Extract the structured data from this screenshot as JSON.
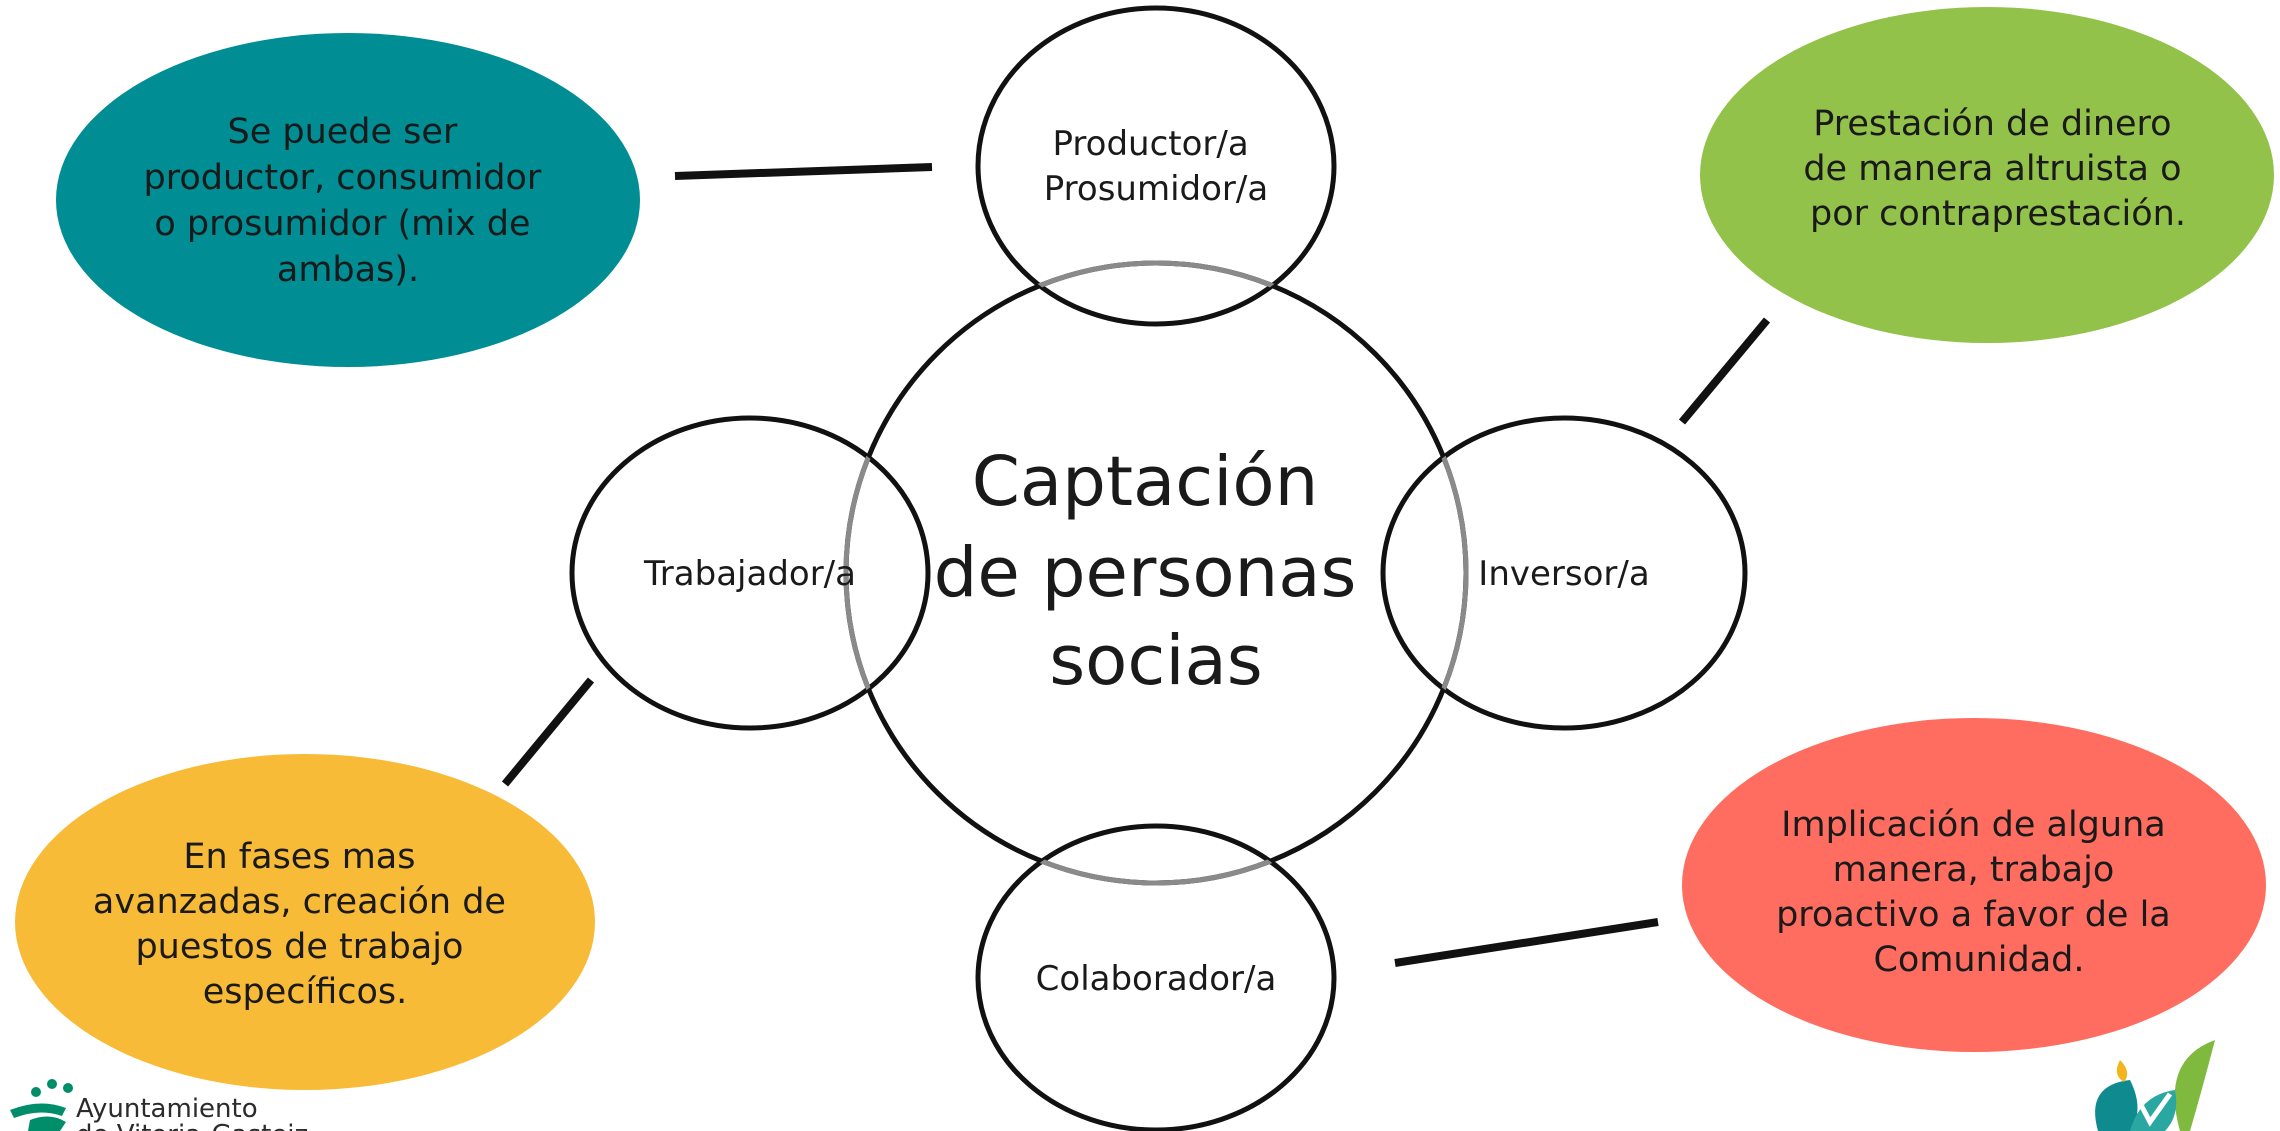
{
  "center": {
    "lines": [
      "Captación",
      "de personas",
      "socias"
    ]
  },
  "roles": {
    "productor": {
      "lines": [
        "Productor/a",
        "Prosumidor/a"
      ]
    },
    "trabajador": {
      "lines": [
        "Trabajador/a"
      ]
    },
    "inversor": {
      "lines": [
        "Inversor/a"
      ]
    },
    "colaborador": {
      "lines": [
        "Colaborador/a"
      ]
    }
  },
  "notes": {
    "productor": {
      "lines": [
        "Se puede ser",
        "productor, consumidor",
        "o prosumidor (mix de",
        "ambas)."
      ],
      "color": "#008d94"
    },
    "inversor": {
      "lines": [
        "Prestación de dinero",
        "de manera altruista o",
        "por contraprestación."
      ],
      "color": "#92c24a"
    },
    "trabajador": {
      "lines": [
        "En fases mas",
        "avanzadas, creación de",
        "puestos de trabajo",
        "específicos."
      ],
      "color": "#f8bb38"
    },
    "colaborador": {
      "lines": [
        "Implicación de alguna",
        "manera, trabajo",
        "proactivo a favor de la",
        "Comunidad."
      ],
      "color": "#fe6d5f"
    }
  },
  "logo": {
    "lines": [
      "Ayuntamiento",
      "de Vitoria-Gasteiz"
    ]
  }
}
